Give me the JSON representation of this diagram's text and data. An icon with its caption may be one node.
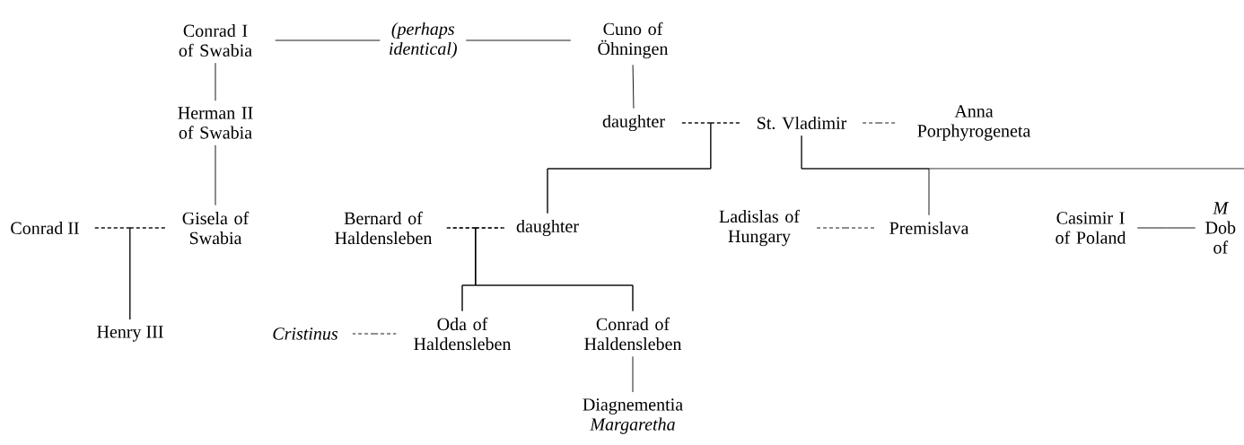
{
  "diagram": {
    "nodes": [
      {
        "text": [
          "Conrad I of Swabia"
        ]
      },
      {
        "text": [
          "Cuno of Öhningen"
        ]
      },
      {
        "text": [
          "Herman II of Swabia"
        ]
      },
      {
        "text": [
          "daughter"
        ]
      },
      {
        "text": [
          "St. Vladimir"
        ]
      },
      {
        "text": [
          "Anna Porphyrogeneta"
        ]
      },
      {
        "text": [
          "Conrad II"
        ]
      },
      {
        "text": [
          "Gisela of Swabia"
        ]
      },
      {
        "text": [
          "Bernard of Haldensleben"
        ]
      },
      {
        "text": [
          "daughter"
        ]
      },
      {
        "text": [
          "Ladislas of Hungary"
        ]
      },
      {
        "text": [
          "Premislava"
        ]
      },
      {
        "text": [
          "Casimir I of Poland"
        ]
      },
      {
        "text": [
          "*M* Dob of"
        ]
      },
      {
        "text": [
          "Henry III"
        ]
      },
      {
        "text": [
          "Cristinus"
        ]
      },
      {
        "text": [
          "Oda of Haldensleben"
        ]
      },
      {
        "text": [
          "Conrad of Haldensleben"
        ]
      },
      {
        "text": [
          "Diagnementia *Margaretha*"
        ]
      }
    ],
    "edges": [
      {
        "from": 0,
        "to": 1,
        "arrow": "none",
        "label": "(perhaps identical)"
      },
      {
        "from": 0,
        "to": 2,
        "arrow": "none"
      },
      {
        "from": 1,
        "to": 3,
        "arrow": "none"
      },
      {
        "from": 3,
        "to": 4,
        "arrow": "none",
        "style": "dashed"
      },
      {
        "from": 4,
        "to": 5,
        "arrow": "none",
        "style": "dashed"
      },
      {
        "from": 2,
        "to": 7,
        "arrow": "none"
      },
      {
        "from": 6,
        "to": 7,
        "arrow": "none",
        "style": "dashed"
      },
      {
        "from": 3,
        "to": 9,
        "arrow": "none"
      },
      {
        "from": 4,
        "to": 9,
        "arrow": "none"
      },
      {
        "from": 4,
        "to": 11,
        "arrow": "none"
      },
      {
        "from": 4,
        "to": null,
        "arrow": "none"
      },
      {
        "from": 10,
        "to": 11,
        "arrow": "none",
        "style": "dashed"
      },
      {
        "from": 12,
        "to": 13,
        "arrow": "none"
      },
      {
        "from": 6,
        "to": 14,
        "arrow": "none"
      },
      {
        "from": 7,
        "to": 14,
        "arrow": "none"
      },
      {
        "from": 8,
        "to": 9,
        "arrow": "none",
        "style": "dashed"
      },
      {
        "from": 8,
        "to": 16,
        "arrow": "none"
      },
      {
        "from": 9,
        "to": 16,
        "arrow": "none"
      },
      {
        "from": 8,
        "to": 17,
        "arrow": "none"
      },
      {
        "from": 9,
        "to": 17,
        "arrow": "none"
      },
      {
        "from": 15,
        "to": 16,
        "arrow": "none",
        "style": "dashed"
      },
      {
        "from": 17,
        "to": 18,
        "arrow": "none"
      }
    ]
  }
}
